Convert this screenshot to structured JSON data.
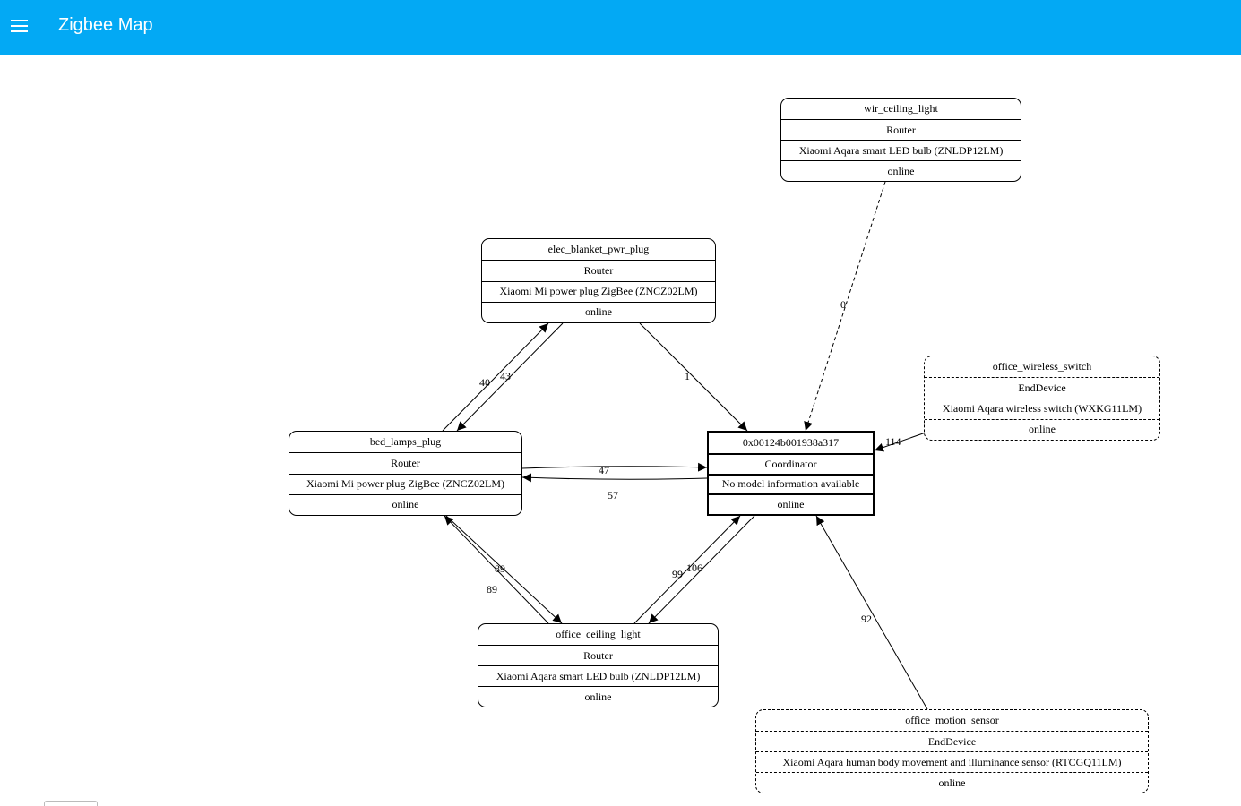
{
  "app": {
    "title": "Zigbee Map",
    "menu_icon": "hamburger-menu-icon"
  },
  "nodes": [
    {
      "id": "wir_ceiling_light",
      "type": "router",
      "fields": [
        "wir_ceiling_light",
        "Router",
        "Xiaomi Aqara smart LED bulb (ZNLDP12LM)",
        "online"
      ]
    },
    {
      "id": "elec_blanket_pwr_plug",
      "type": "router",
      "fields": [
        "elec_blanket_pwr_plug",
        "Router",
        "Xiaomi Mi power plug ZigBee (ZNCZ02LM)",
        "online"
      ]
    },
    {
      "id": "office_wireless_switch",
      "type": "enddevice",
      "fields": [
        "office_wireless_switch",
        "EndDevice",
        "Xiaomi Aqara wireless switch (WXKG11LM)",
        "online"
      ]
    },
    {
      "id": "bed_lamps_plug",
      "type": "router",
      "fields": [
        "bed_lamps_plug",
        "Router",
        "Xiaomi Mi power plug ZigBee (ZNCZ02LM)",
        "online"
      ]
    },
    {
      "id": "coordinator",
      "type": "coordinator",
      "fields": [
        "0x00124b001938a317",
        "Coordinator",
        "No model information available",
        "online"
      ]
    },
    {
      "id": "office_ceiling_light",
      "type": "router",
      "fields": [
        "office_ceiling_light",
        "Router",
        "Xiaomi Aqara smart LED bulb (ZNLDP12LM)",
        "online"
      ]
    },
    {
      "id": "office_motion_sensor",
      "type": "enddevice",
      "fields": [
        "office_motion_sensor",
        "EndDevice",
        "Xiaomi Aqara human body movement and illuminance sensor (RTCGQ11LM)",
        "online"
      ]
    }
  ],
  "edges": [
    {
      "id": "e_wir_coord",
      "from": "wir_ceiling_light",
      "to": "coordinator",
      "label": "0",
      "style": "dashed"
    },
    {
      "id": "e_elec_coord",
      "from": "elec_blanket_pwr_plug",
      "to": "coordinator",
      "label": "1",
      "style": "solid"
    },
    {
      "id": "e_bed_elec",
      "from": "bed_lamps_plug",
      "to": "elec_blanket_pwr_plug",
      "label": "43",
      "style": "solid"
    },
    {
      "id": "e_elec_bed",
      "from": "elec_blanket_pwr_plug",
      "to": "bed_lamps_plug",
      "label": "40",
      "style": "solid"
    },
    {
      "id": "e_switch_coord",
      "from": "office_wireless_switch",
      "to": "coordinator",
      "label": "114",
      "style": "solid"
    },
    {
      "id": "e_bed_coord",
      "from": "bed_lamps_plug",
      "to": "coordinator",
      "label": "47",
      "style": "solid"
    },
    {
      "id": "e_coord_bed",
      "from": "coordinator",
      "to": "bed_lamps_plug",
      "label": "57",
      "style": "solid"
    },
    {
      "id": "e_bed_office",
      "from": "bed_lamps_plug",
      "to": "office_ceiling_light",
      "label": "89",
      "style": "solid"
    },
    {
      "id": "e_office_bed",
      "from": "office_ceiling_light",
      "to": "bed_lamps_plug",
      "label": "89",
      "style": "solid"
    },
    {
      "id": "e_office_coord",
      "from": "office_ceiling_light",
      "to": "coordinator",
      "label": "106",
      "style": "solid"
    },
    {
      "id": "e_coord_office",
      "from": "coordinator",
      "to": "office_ceiling_light",
      "label": "99",
      "style": "solid"
    },
    {
      "id": "e_motion_coord",
      "from": "office_motion_sensor",
      "to": "coordinator",
      "label": "92",
      "style": "solid"
    }
  ]
}
